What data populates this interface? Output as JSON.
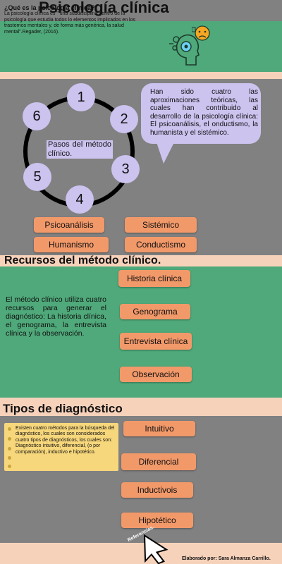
{
  "title": "Psicología clínica",
  "intro": {
    "heading": "¿Qué es la psicología clínica?",
    "text": "La psicología clínica es \" una subdisciplina dentro de la psicología que estudia todos lo elementos implicados en los trastornos mentales y, de forma más genérica, la salud mental\".Regader, (2016)."
  },
  "cycle": {
    "label": "Pasos del método clínico.",
    "steps": [
      "1",
      "2",
      "3",
      "4",
      "5",
      "6"
    ]
  },
  "approaches": {
    "bubble_text": "Han sido cuatro las aproximaciones teóricas, las cuales han contribuido al desarrollo de la psicología clínica: El psicoanálisis, el onductismo, la humanista y el sistémico.",
    "items": [
      "Psicoanálisis",
      "Sistémico",
      "Humanismo",
      "Conductismo"
    ]
  },
  "recursos": {
    "heading": "Recursos del método clínico.",
    "text": "El método clínico utiliza cuatro recursos para generar el diagnóstico: La historia clínica, el genograma, la entrevista clínica y la observación.",
    "items": [
      "Historia clínica",
      "Genograma",
      "Entrevista clínica",
      "Observación"
    ]
  },
  "diagnostico": {
    "heading": "Tipos de diagnóstico",
    "text": "Existen cuatro métodos para la búsqueda del diagnóstico, los cuales son considerados cuatro tipos de diagnósticos, los cuales son: Diagnóstico intuitivo, diferencial, (o por comparación), inductivo e hipotético.",
    "items": [
      "Intuitivo",
      "Diferencial",
      "Inductivois",
      "Hipotético"
    ]
  },
  "referencias": "Referencias.",
  "footer": "Elaborado por: Sara Almanza Carrillo.",
  "colors": {
    "peach_background": "#f7d2bb",
    "gray_panel": "#818181",
    "green_panel": "#4fa97a",
    "lavender": "#ccc3ef",
    "orange_button": "#f2996a",
    "yellow_note": "#f7d77c"
  },
  "icons": [
    "head-gears-icon",
    "emotion-faces-icon",
    "pointer-arrow-icon"
  ]
}
